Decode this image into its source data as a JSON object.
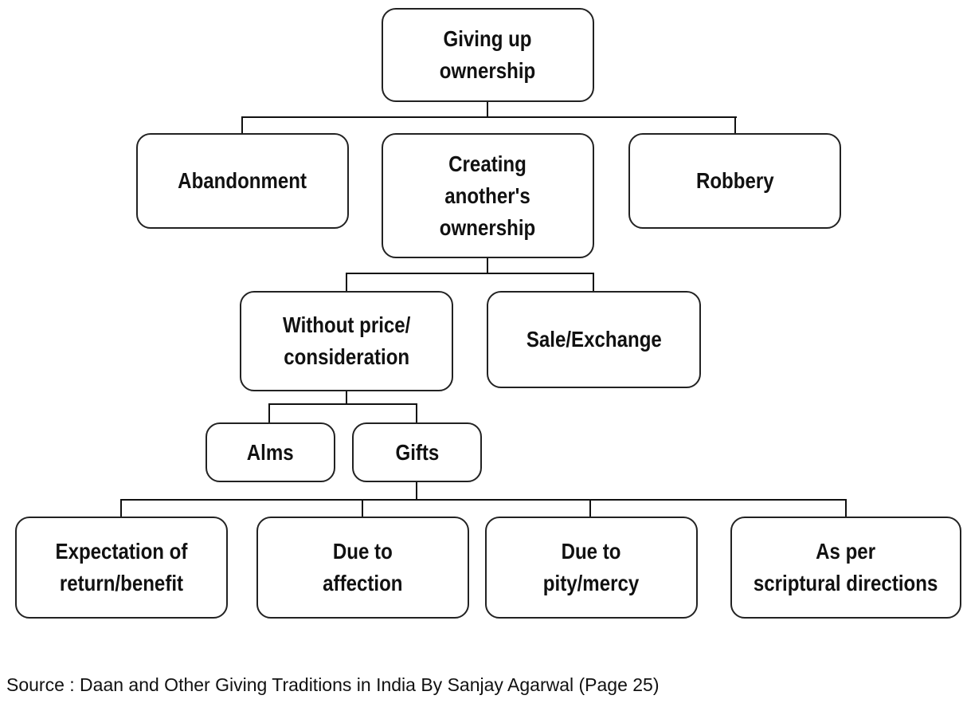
{
  "nodes": {
    "root": "Giving up\nownership",
    "abandonment": "Abandonment",
    "creating": "Creating\nanother's\nownership",
    "robbery": "Robbery",
    "without_price": "Without price/\nconsideration",
    "sale": "Sale/Exchange",
    "alms": "Alms",
    "gifts": "Gifts",
    "expectation": "Expectation of\nreturn/benefit",
    "affection": "Due to\naffection",
    "pity": "Due to\npity/mercy",
    "scriptural": "As per\nscriptural directions"
  },
  "source": "Source : Daan and Other Giving Traditions in India By Sanjay Agarwal (Page 25)"
}
